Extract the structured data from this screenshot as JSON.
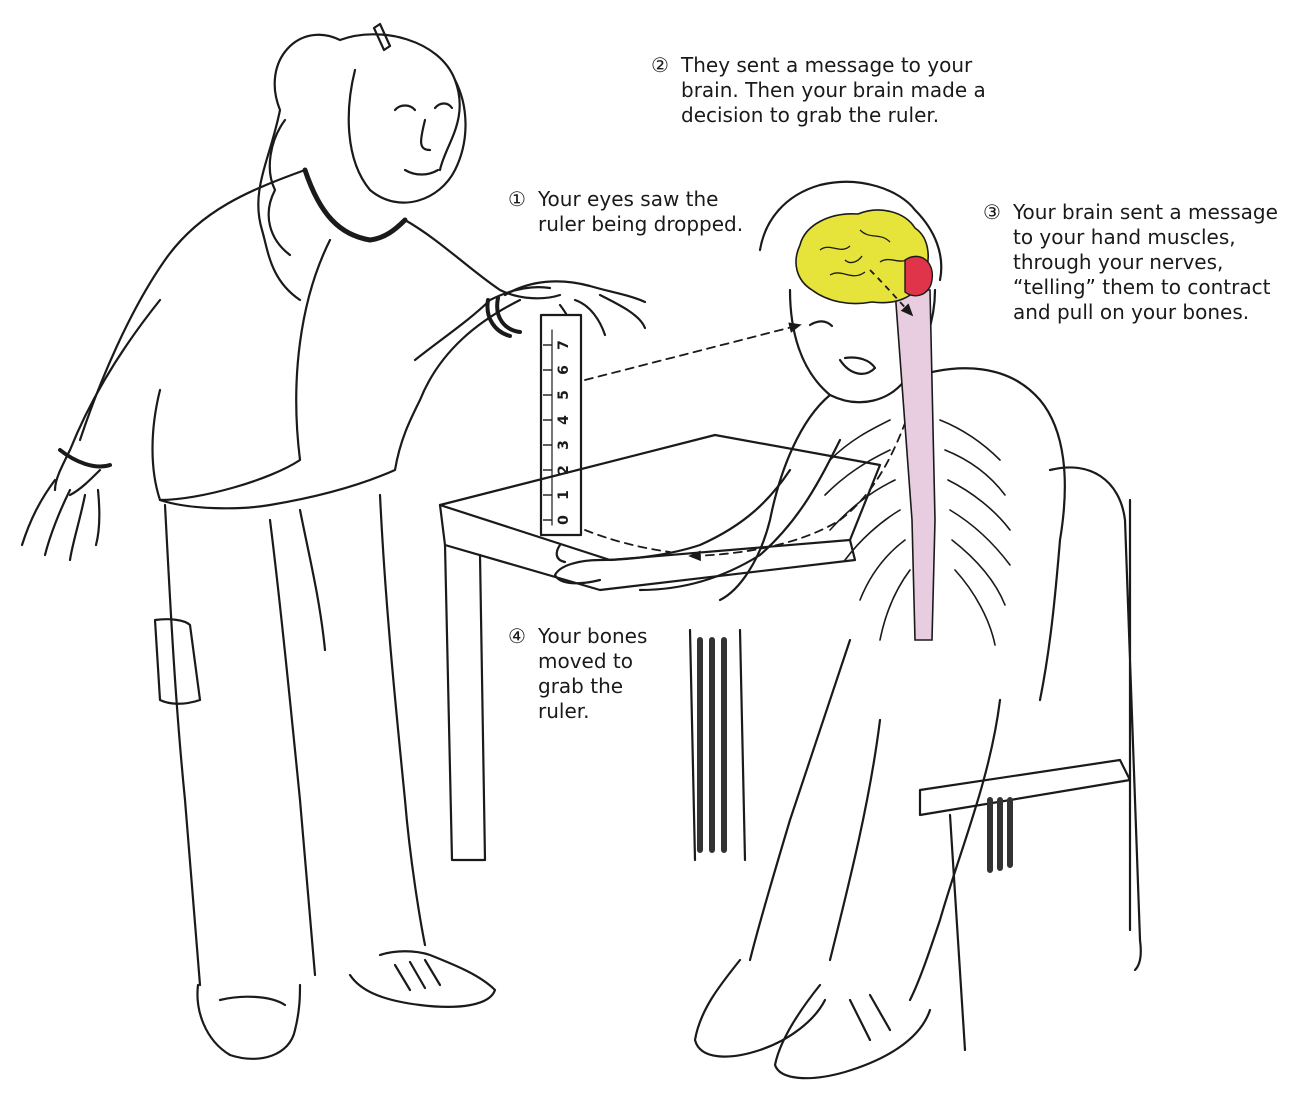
{
  "steps": [
    {
      "marker": "①",
      "lines": [
        "Your eyes saw the",
        "ruler being dropped."
      ]
    },
    {
      "marker": "②",
      "lines": [
        "They sent a message to your",
        "brain. Then your brain made a",
        "decision to grab the ruler."
      ]
    },
    {
      "marker": "③",
      "lines": [
        "Your brain sent a message",
        "to your hand muscles,",
        "through your nerves,",
        "“telling” them to contract",
        "and pull on your bones."
      ]
    },
    {
      "marker": "④",
      "lines": [
        "Your bones",
        "moved to",
        "grab the",
        "ruler."
      ]
    }
  ],
  "ruler_marks": [
    "7",
    "6",
    "5",
    "4",
    "3",
    "2",
    "1",
    "0"
  ],
  "colors": {
    "brain": "#e6e43a",
    "cerebellum": "#e0344a",
    "spinal_cord": "#e8cde0",
    "ink": "#1a1a1a",
    "background": "#ffffff"
  }
}
